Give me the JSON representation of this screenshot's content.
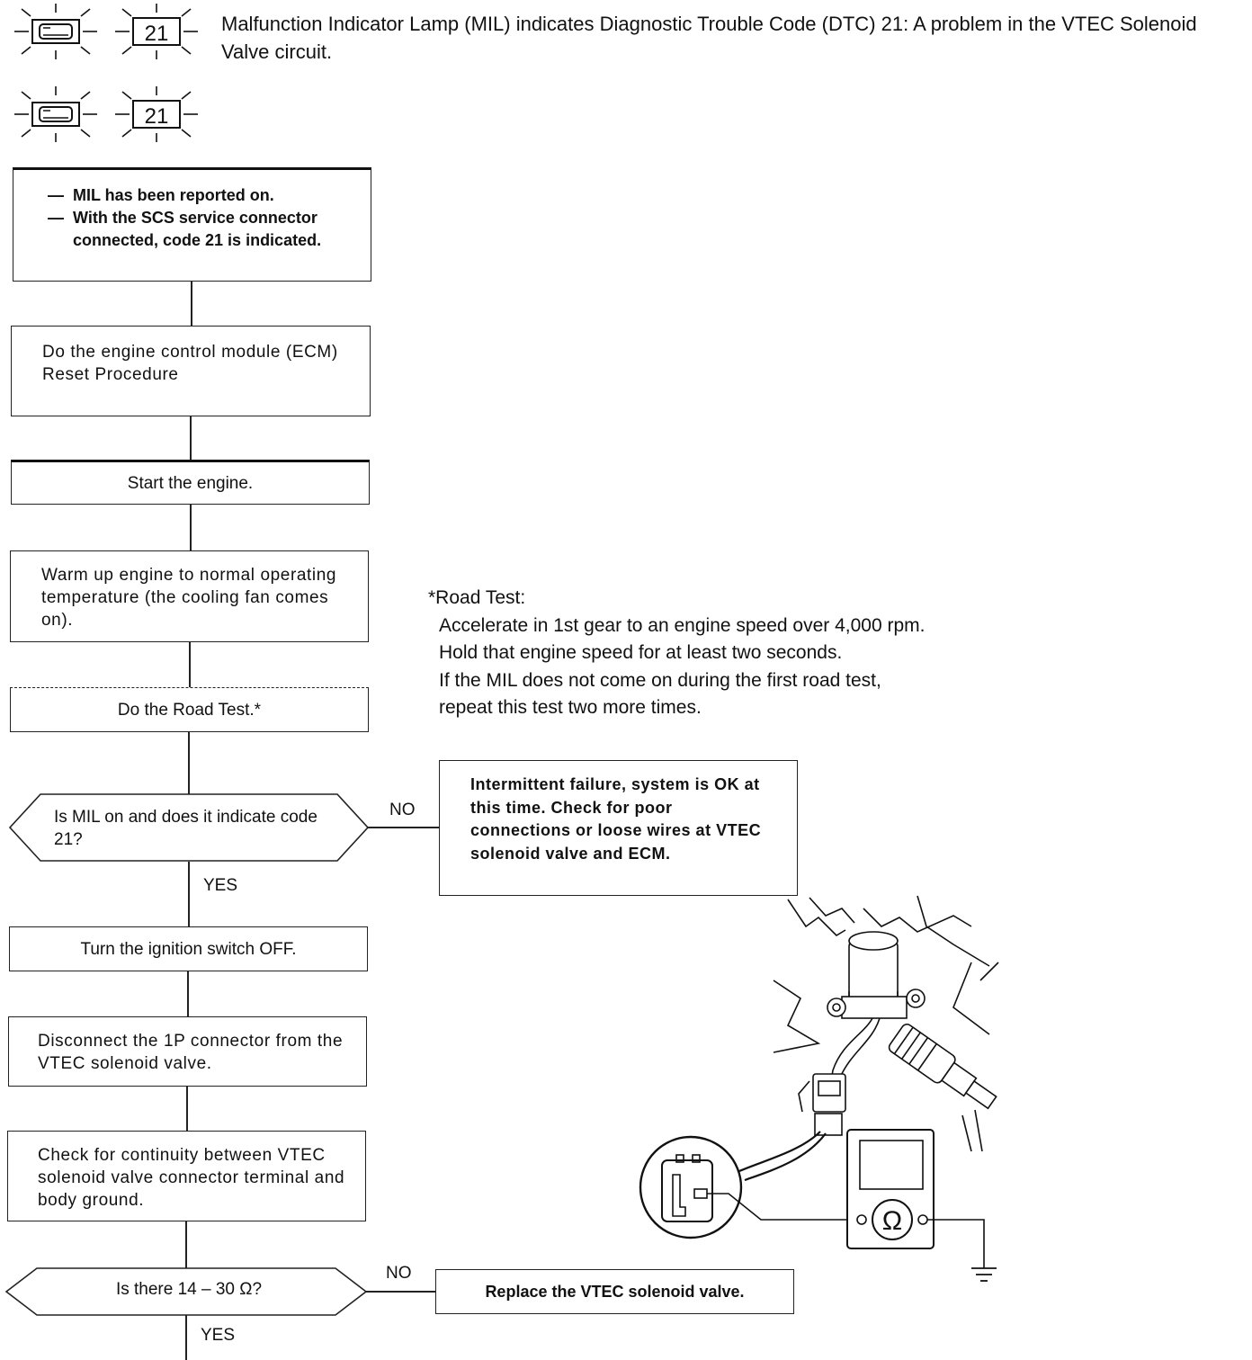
{
  "header": {
    "description": "Malfunction Indicator Lamp (MIL) indicates Diagnostic Trouble Code (DTC) 21: A problem in the VTEC Solenoid Valve circuit.",
    "code_display": "21"
  },
  "flow": {
    "symptom_lines": [
      "MIL has been reported on.",
      "With the SCS service connec­tor connected, code 21 is indi­cated."
    ],
    "step_reset": "Do the engine control module (ECM) Reset Procedure",
    "step_start": "Start the engine.",
    "step_warm": "Warm up engine to normal oper­ating temperature (the cooling fan comes on).",
    "step_road": "Do the Road Test.*",
    "decision_mil": "Is MIL on and does it indicate code 21?",
    "no_label_1": "NO",
    "yes_label_1": "YES",
    "result_intermittent": "Intermittent failure, system is OK at this time. Check for poor connections or loose wires at VTEC solenoid valve and ECM.",
    "step_ignition": "Turn the ignition switch OFF.",
    "step_disconnect": "Disconnect the 1P connector from the VTEC solenoid valve.",
    "step_continuity": "Check for continuity between VTEC solenoid valve connector terminal and body ground.",
    "decision_resistance": "Is there 14 – 30 Ω?",
    "no_label_2": "NO",
    "yes_label_2": "YES",
    "result_replace": "Replace the VTEC solenoid valve."
  },
  "road_test": {
    "title": "*Road Test:",
    "lines": [
      "Accelerate in 1st gear to an engine speed over 4,000 rpm.",
      "Hold that engine speed for at least two seconds.",
      "If the MIL does not come on during the first road test,",
      "repeat this test two more times."
    ]
  },
  "icons": [
    "check-engine-lamp-icon",
    "code-display-icon",
    "ohmmeter-icon",
    "ground-symbol-icon"
  ]
}
